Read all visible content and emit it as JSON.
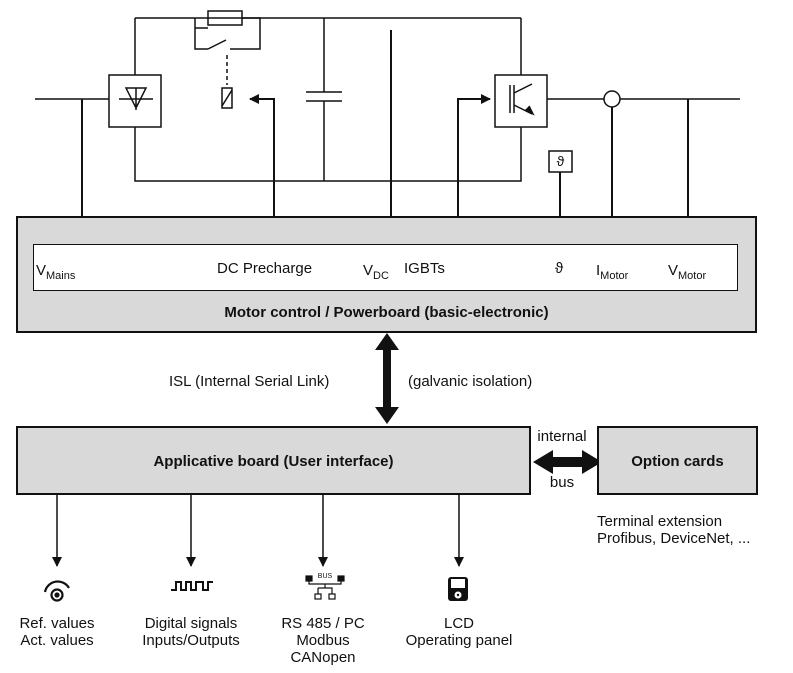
{
  "powerboard": {
    "title": "Motor control / Powerboard (basic-electronic)",
    "signals": [
      {
        "main": "V",
        "sub": "Mains"
      },
      {
        "main": "DC Precharge",
        "sub": ""
      },
      {
        "main": "V",
        "sub": "DC"
      },
      {
        "main": "IGBTs",
        "sub": ""
      },
      {
        "main": "ϑ",
        "sub": ""
      },
      {
        "main": "I",
        "sub": "Motor"
      },
      {
        "main": "V",
        "sub": "Motor"
      }
    ]
  },
  "temperature_symbol": "ϑ",
  "isl_label": "ISL (Internal Serial Link)",
  "isolation_label": "(galvanic isolation)",
  "applicative_board": {
    "title": "Applicative board (User interface)"
  },
  "internal_bus": {
    "line1": "internal",
    "line2": "bus"
  },
  "option_cards": {
    "title": "Option cards",
    "line1": "Terminal extension",
    "line2": "Profibus, DeviceNet, ..."
  },
  "interfaces": [
    {
      "icon": "potentiometer-icon",
      "line1": "Ref. values",
      "line2": "Act. values",
      "line3": ""
    },
    {
      "icon": "pulse-signal-icon",
      "line1": "Digital signals",
      "line2": "Inputs/Outputs",
      "line3": ""
    },
    {
      "icon": "bus-network-icon",
      "icon_text": "BUS",
      "line1": "RS 485 / PC",
      "line2": "Modbus",
      "line3": "CANopen"
    },
    {
      "icon": "lcd-panel-icon",
      "line1": "LCD",
      "line2": "Operating panel",
      "line3": ""
    }
  ]
}
